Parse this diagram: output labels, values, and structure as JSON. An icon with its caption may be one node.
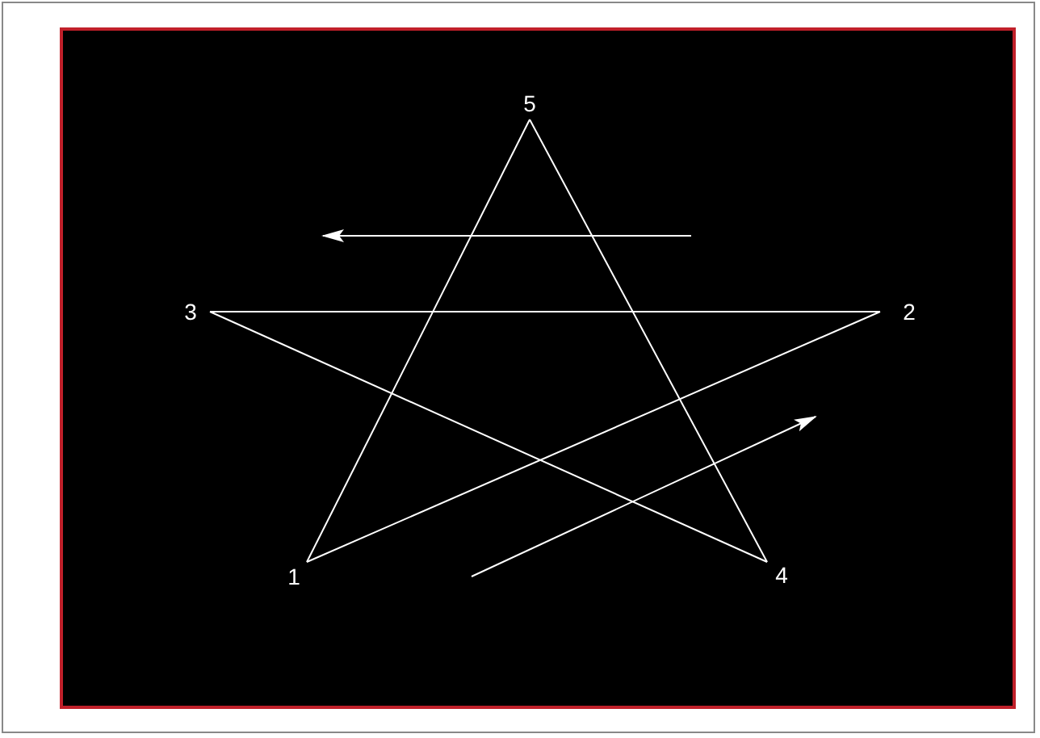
{
  "diagram": {
    "nodes": [
      {
        "text": [
          "5"
        ]
      },
      {
        "text": [
          "3"
        ]
      },
      {
        "text": [
          "2"
        ]
      },
      {
        "text": [
          "1"
        ]
      },
      {
        "text": [
          "4"
        ]
      }
    ],
    "edges": [
      {
        "from": 3,
        "to": 2,
        "arrow": "none"
      },
      {
        "from": 2,
        "to": 1,
        "arrow": "none"
      },
      {
        "from": 1,
        "to": 4,
        "arrow": "none"
      },
      {
        "from": 4,
        "to": 0,
        "arrow": "none"
      },
      {
        "from": 0,
        "to": 3,
        "arrow": "none"
      }
    ]
  }
}
